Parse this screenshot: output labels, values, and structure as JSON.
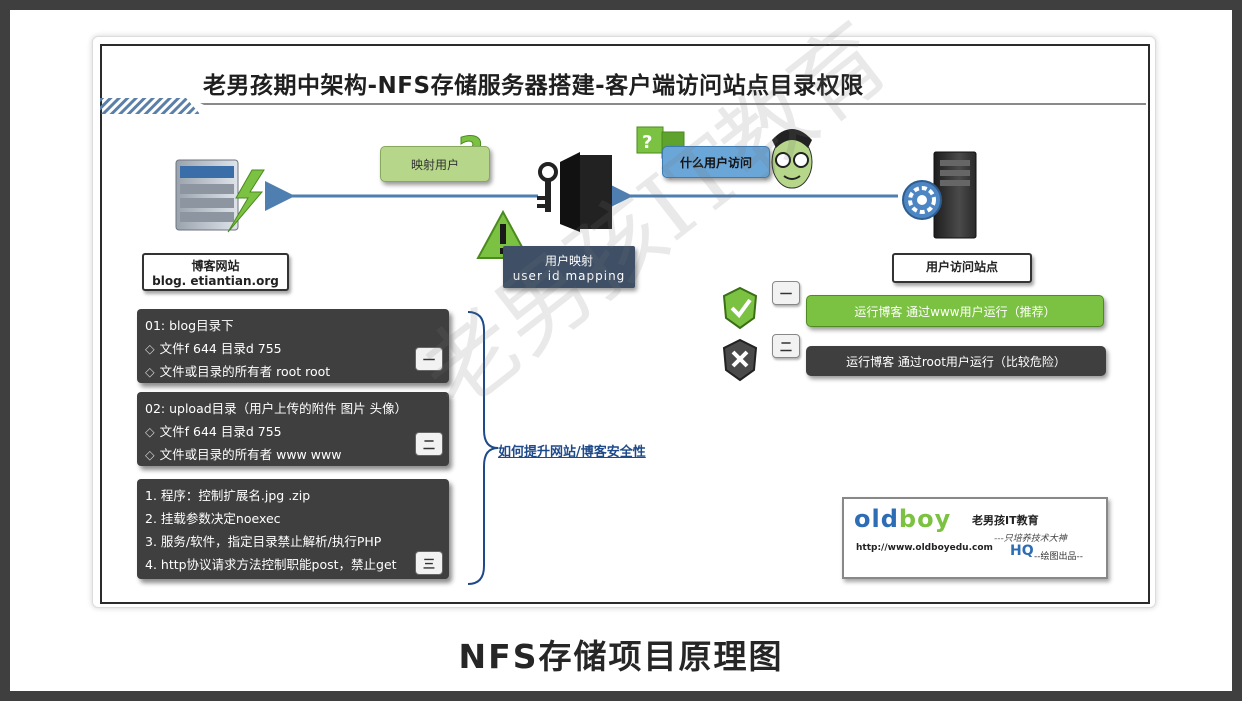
{
  "title": "老男孩期中架构-NFS存储服务器搭建-客户端访问站点目录权限",
  "caption": "NFS存储项目原理图",
  "watermark": "老男孩IT教育",
  "left_server": {
    "label_line1": "博客网站",
    "label_line2": "blog. etiantian.org"
  },
  "right_server": {
    "label": "用户访问站点"
  },
  "map_user_pill": "映射用户",
  "which_user_pill": "什么用户访问",
  "mapping_box": {
    "line1": "用户映射",
    "line2": "user  id  mapping"
  },
  "run_options": [
    {
      "badge": "一",
      "text": "运行博客  通过www用户运行（推荐）",
      "ok": true
    },
    {
      "badge": "二",
      "text": "运行博客  通过root用户运行（比较危险）",
      "ok": false
    }
  ],
  "cards": [
    {
      "badge": "一",
      "rows": [
        {
          "bullet": false,
          "text": "01: blog目录下"
        },
        {
          "bullet": true,
          "text": "文件f 644 目录d 755"
        },
        {
          "bullet": true,
          "text": "文件或目录的所有者 root root"
        }
      ]
    },
    {
      "badge": "二",
      "rows": [
        {
          "bullet": false,
          "text": "02: upload目录（用户上传的附件 图片 头像）"
        },
        {
          "bullet": true,
          "text": "文件f 644 目录d 755"
        },
        {
          "bullet": true,
          "text": "文件或目录的所有者 www www"
        }
      ]
    },
    {
      "badge": "三",
      "rows": [
        {
          "bullet": false,
          "text": "1. 程序：控制扩展名.jpg .zip"
        },
        {
          "bullet": false,
          "text": "2. 挂载参数决定noexec"
        },
        {
          "bullet": false,
          "text": "3. 服务/软件，指定目录禁止解析/执行PHP"
        },
        {
          "bullet": false,
          "text": "4. http协议请求方法控制职能post，禁止get"
        }
      ]
    }
  ],
  "brace_label": "如何提升网站/博客安全性",
  "logo": {
    "brand_old": "old",
    "brand_boy": "boy",
    "brand_cn": "老男孩IT教育",
    "url": "http://www.oldboyedu.com",
    "slogan": "---只培养技术大神",
    "hq": "HQ",
    "maker": "--绘图出品--"
  },
  "colors": {
    "green": "#7cc242",
    "dark": "#3f3f3f",
    "blue_arrow": "#4e7fb0",
    "mapping_box": "#3e4f66"
  }
}
